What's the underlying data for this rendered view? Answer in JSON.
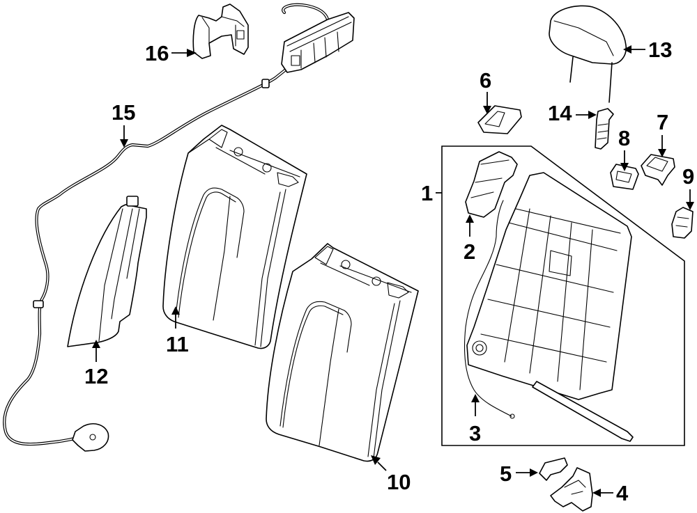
{
  "diagram": {
    "title": "Rear Seat Back Components - Exploded View",
    "callouts": [
      {
        "id": "1",
        "label": "1",
        "part": "seat-back-frame-assembly"
      },
      {
        "id": "2",
        "label": "2",
        "part": "latch-release-handle"
      },
      {
        "id": "3",
        "label": "3",
        "part": "release-cable"
      },
      {
        "id": "4",
        "label": "4",
        "part": "latch-striker-bracket"
      },
      {
        "id": "5",
        "label": "5",
        "part": "latch-cover"
      },
      {
        "id": "6",
        "label": "6",
        "part": "release-bezel"
      },
      {
        "id": "7",
        "label": "7",
        "part": "trim-bezel"
      },
      {
        "id": "8",
        "label": "8",
        "part": "release-button"
      },
      {
        "id": "9",
        "label": "9",
        "part": "release-clip"
      },
      {
        "id": "10",
        "label": "10",
        "part": "seat-back-panel-right"
      },
      {
        "id": "11",
        "label": "11",
        "part": "seat-back-panel-left"
      },
      {
        "id": "12",
        "label": "12",
        "part": "side-bolster-trim"
      },
      {
        "id": "13",
        "label": "13",
        "part": "headrest"
      },
      {
        "id": "14",
        "label": "14",
        "part": "headrest-guide"
      },
      {
        "id": "15",
        "label": "15",
        "part": "release-cable-harness"
      },
      {
        "id": "16",
        "label": "16",
        "part": "latch-bracket"
      }
    ]
  }
}
